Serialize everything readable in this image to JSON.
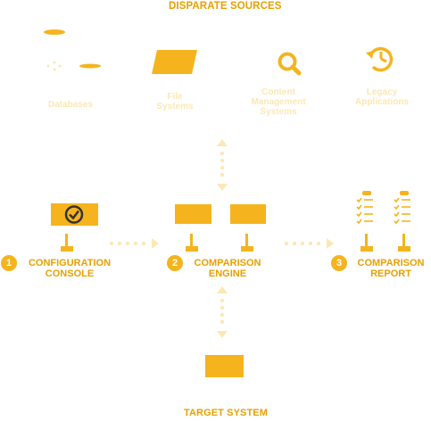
{
  "title": "DISPARATE SOURCES",
  "sources": [
    {
      "label": "Databases",
      "icon": "database-icon"
    },
    {
      "label": "File\nSystems",
      "icon": "folder-icon"
    },
    {
      "label": "Content\nManagement\nSystems",
      "icon": "search-icon"
    },
    {
      "label": "Legacy\nApplications",
      "icon": "history-clock-icon"
    }
  ],
  "steps": [
    {
      "num": "1",
      "label": "CONFIGURATION\nCONSOLE"
    },
    {
      "num": "2",
      "label": "COMPARISON\nENGINE"
    },
    {
      "num": "3",
      "label": "COMPARISON\nREPORT"
    }
  ],
  "target": {
    "label": "TARGET SYSTEM"
  },
  "colors": {
    "accent": "#f5b41e",
    "text": "#e8a000",
    "muted": "#fbe8b5"
  }
}
